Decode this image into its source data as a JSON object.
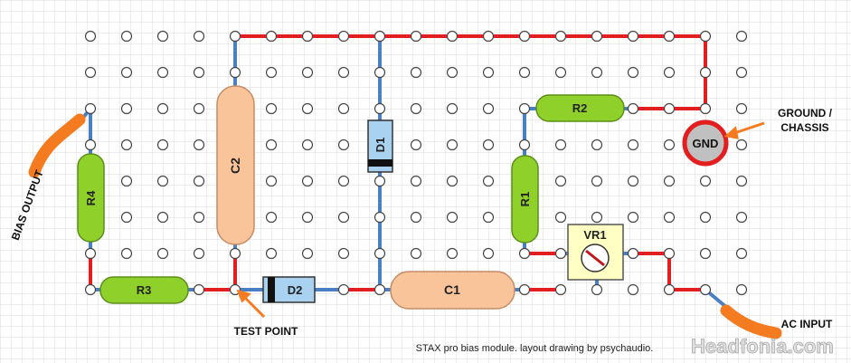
{
  "components": {
    "r1": "R1",
    "r2": "R2",
    "r3": "R3",
    "r4": "R4",
    "c1": "C1",
    "c2": "C2",
    "d1": "D1",
    "d2": "D2",
    "vr1": "VR1",
    "gnd": "GND"
  },
  "annotations": {
    "bias_output": "BIAS OUTPUT",
    "test_point": "TEST POINT",
    "ground_line1": "GROUND /",
    "ground_line2": "CHASSIS",
    "ac_input": "AC INPUT"
  },
  "caption": "STAX pro bias module. layout drawing by psychaudio.",
  "watermark": "Headfonia.com",
  "colors": {
    "trace": "#e31e1e",
    "lead": "#4a7fc4",
    "resistor": "#8fd12a",
    "capacitor": "#f9c49a",
    "diode": "#a8d2f0",
    "trimmer": "#ffffc4",
    "ground_ring": "#e31e1e",
    "ground_fill": "#c0c0c0",
    "cable": "#f47b20",
    "grid": "#d9d9d9"
  }
}
